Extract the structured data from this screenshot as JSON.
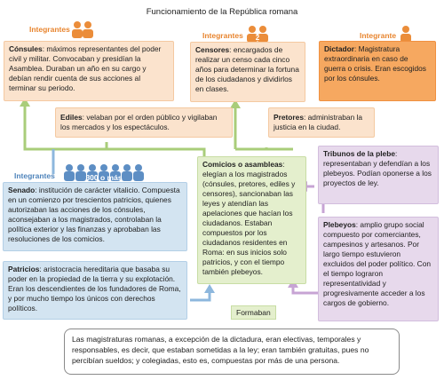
{
  "title": "Funcionamiento de la República romana",
  "tags": {
    "integrantes_consules": "Integrantes",
    "integrantes_censores": "Integrantes",
    "integrantes_dictador": "Integrante",
    "integrantes_senado": "Integrantes",
    "senado_count": "300 o más",
    "censores_count": "2"
  },
  "consules": {
    "term": "Cónsules",
    "text": ": máximos representantes del poder civil y militar. Convocaban y presidían la Asamblea. Duraban un año en su cargo y debían rendir cuenta de sus acciones al terminar su periodo."
  },
  "censores": {
    "term": "Censores",
    "text": ": encargados de realizar un censo cada cinco años para determinar la fortuna de los ciudadanos y dividirlos en clases."
  },
  "dictador": {
    "term": "Dictador",
    "text": ": Magistratura extraordinaria en caso de guerra o crisis. Eran escogidos por los cónsules."
  },
  "ediles": {
    "term": "Ediles",
    "text": ": velaban por el orden público y vigilaban los mercados y los espectáculos."
  },
  "pretores": {
    "term": "Pretores",
    "text": ": administraban la justicia en la ciudad."
  },
  "senado": {
    "term": "Senado",
    "text": ": institución de carácter vitalicio. Compuesta en un comienzo por trescientos patricios, quienes autorizaban las acciones de los cónsules, aconsejaban a los magistrados, controlaban la política exterior y las finanzas y aprobaban las resoluciones de los comicios."
  },
  "patricios": {
    "term": "Patricios",
    "text": ": aristocracia hereditaria que basaba su poder en la propiedad de la tierra y su explotación. Eran los descendientes de los fundadores de Roma, y por mucho tiempo los únicos con derechos políticos."
  },
  "comicios": {
    "term": "Comicios o asambleas",
    "text": ": elegían a los magistrados (cónsules, pretores, ediles y censores), sancionaban las leyes y atendían las apelaciones que hacían los ciudadanos. Estaban compuestos por los ciudadanos residentes en Roma: en sus inicios solo patricios, y con el tiempo también plebeyos."
  },
  "tribunos": {
    "term": "Tribunos de la plebe",
    "text": ": representaban y defendían a los plebeyos. Podían oponerse a los proyectos de ley."
  },
  "plebeyos": {
    "term": "Plebeyos",
    "text": ": amplio grupo social compuesto por comerciantes, campesinos y artesanos. Por largo tiempo estuvieron excluidos del poder político. Con el tiempo lograron representatividad y progresivamente acceder a los cargos de gobierno."
  },
  "formaban": "Formaban",
  "note": "Las magistraturas romanas, a excepción de la dictadura, eran electivas, temporales y responsables, es decir, que estaban sometidas a la ley; eran también gratuitas, pues no percibían sueldos; y colegiadas, esto es, compuestas por más de una persona.",
  "colors": {
    "orange": "#f6a860",
    "peach": "#fbe3cd",
    "green": "#e4efcd",
    "blue": "#d3e4f1",
    "purple": "#e7d9ec",
    "line_green": "#a9cd7a",
    "line_blue": "#8db7dd",
    "line_purple": "#c7a4d4",
    "icon_orange": "#eb8d3a",
    "icon_blue": "#5d8ec4"
  }
}
